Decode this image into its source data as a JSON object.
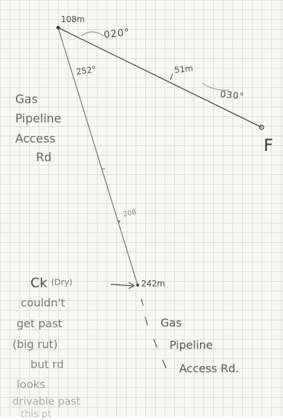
{
  "labels": {
    "top_station": "108m",
    "bearing_020": "020°",
    "bearing_252": "252°",
    "dist_51": "51m",
    "bearing_030": "030°",
    "end_point": "F",
    "mid_mark": "208",
    "station_242": "242m"
  },
  "left_note": {
    "title_lines": [
      "Gas",
      "Pipeline",
      "Access",
      "Rd"
    ]
  },
  "right_note": {
    "lines": [
      "Gas",
      "Pipeline",
      "Access Rd."
    ]
  },
  "creek_note": {
    "ck": "Ck",
    "dry": "(Dry)",
    "lines": [
      "couldn't",
      "get past",
      "(big rut)",
      "but rd",
      "looks",
      "drivable past",
      "this pt"
    ]
  }
}
